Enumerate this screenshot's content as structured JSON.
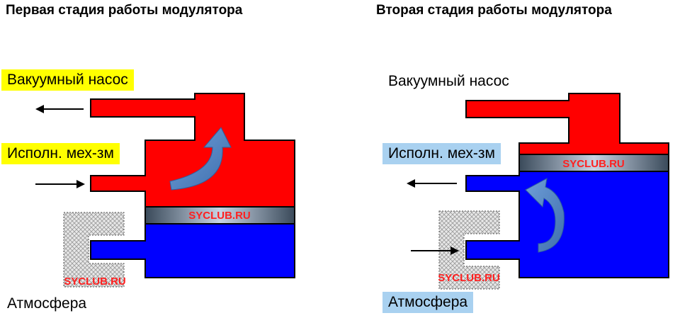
{
  "titles": {
    "left": "Первая стадия работы модулятора",
    "right": "Вторая стадия работы модулятора"
  },
  "labels": {
    "vacuum_pump": "Вакуумный насос",
    "actuator": "Исполн. мех-зм",
    "atmosphere": "Атмосфера"
  },
  "watermark": "SYCLUB.RU",
  "colors": {
    "vacuum": "#ff0000",
    "atmosphere_air": "#0000ff",
    "highlight_left": "#ffff00",
    "highlight_right": "#a9d1f0",
    "watermark": "#ff2020",
    "flow_arrow": "#4f7fbf"
  }
}
